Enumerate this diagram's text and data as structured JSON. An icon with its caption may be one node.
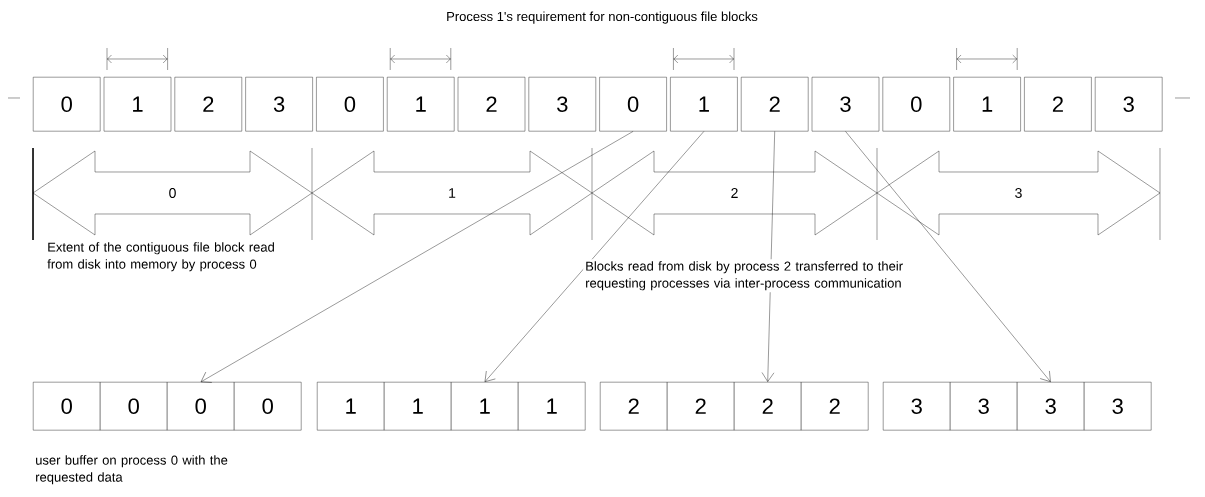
{
  "diagram": {
    "title": "Process 1's requirement for non-contiguous file blocks",
    "nodes": [
      {
        "text": [
          "0"
        ]
      },
      {
        "text": [
          "1"
        ]
      },
      {
        "text": [
          "2"
        ]
      },
      {
        "text": [
          "3"
        ]
      },
      {
        "text": [
          "0"
        ]
      },
      {
        "text": [
          "1"
        ]
      },
      {
        "text": [
          "2"
        ]
      },
      {
        "text": [
          "3"
        ]
      },
      {
        "text": [
          "0"
        ]
      },
      {
        "text": [
          "1"
        ]
      },
      {
        "text": [
          "2"
        ]
      },
      {
        "text": [
          "3"
        ]
      },
      {
        "text": [
          "0"
        ]
      },
      {
        "text": [
          "1"
        ]
      },
      {
        "text": [
          "2"
        ]
      },
      {
        "text": [
          "3"
        ]
      },
      {
        "text": [
          "0"
        ]
      },
      {
        "text": [
          "0"
        ]
      },
      {
        "text": [
          "0"
        ]
      },
      {
        "text": [
          "0"
        ]
      },
      {
        "text": [
          "1"
        ]
      },
      {
        "text": [
          "1"
        ]
      },
      {
        "text": [
          "1"
        ]
      },
      {
        "text": [
          "1"
        ]
      },
      {
        "text": [
          "2"
        ]
      },
      {
        "text": [
          "2"
        ]
      },
      {
        "text": [
          "2"
        ]
      },
      {
        "text": [
          "2"
        ]
      },
      {
        "text": [
          "3"
        ]
      },
      {
        "text": [
          "3"
        ]
      },
      {
        "text": [
          "3"
        ]
      },
      {
        "text": [
          "3"
        ]
      }
    ],
    "edges": [
      {
        "from": 8,
        "to": 18,
        "arrow": "to"
      },
      {
        "from": 9,
        "to": 22,
        "arrow": "to"
      },
      {
        "from": 10,
        "to": 26,
        "arrow": "to"
      },
      {
        "from": 11,
        "to": 30,
        "arrow": "to"
      }
    ],
    "labels": [
      "0",
      "1",
      "2",
      "3",
      "Extent of the contiguous file block read from disk into memory by process 0",
      "Blocks read from disk by process 2 transferred to their requesting processes via inter-process communication",
      "user buffer on process 0 with the requested data"
    ]
  }
}
